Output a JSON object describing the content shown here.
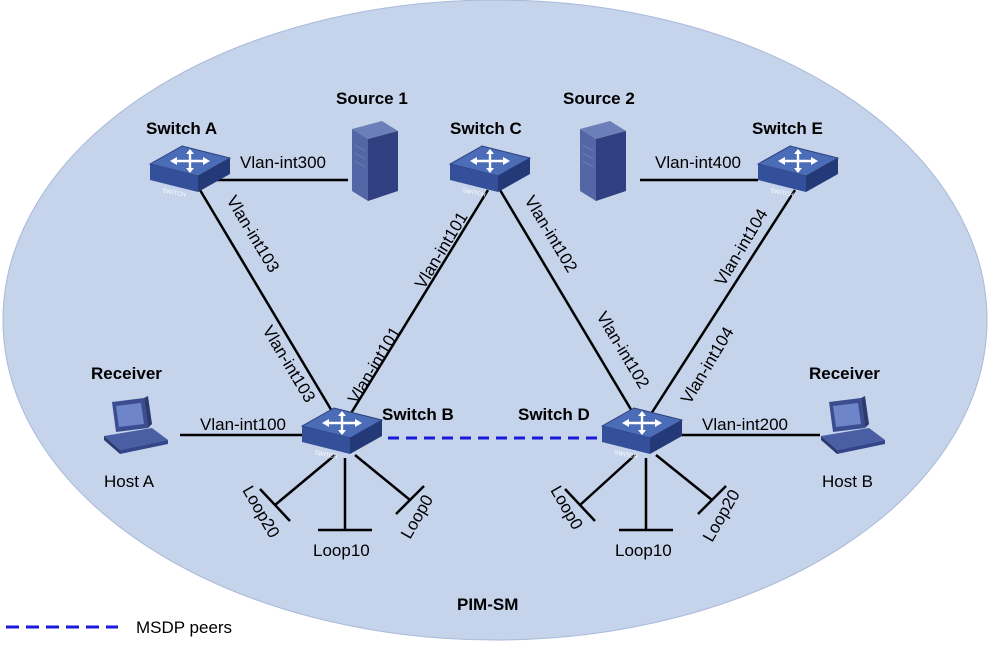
{
  "diagram": {
    "domain_label": "PIM-SM",
    "legend_label": "MSDP peers",
    "colors": {
      "ellipse": "#c5d3eb",
      "switch_top": "#4b6cb7",
      "switch_side": "#2c3f7a",
      "server": "#3b4d8f",
      "link": "#000000",
      "msdp": "#1a1adb"
    },
    "nodes": {
      "switch_a": "Switch A",
      "switch_b": "Switch B",
      "switch_c": "Switch C",
      "switch_d": "Switch D",
      "switch_e": "Switch E",
      "source_1": "Source 1",
      "source_2": "Source 2",
      "receiver_a": "Receiver",
      "receiver_b": "Receiver",
      "host_a": "Host A",
      "host_b": "Host B",
      "switch_badge": "SWITCH"
    },
    "interfaces": {
      "a_src1": "Vlan-int300",
      "a_b_top": "Vlan-int103",
      "a_b_bottom": "Vlan-int103",
      "c_b_top": "Vlan-int101",
      "c_b_bottom": "Vlan-int101",
      "c_d_top": "Vlan-int102",
      "c_d_bottom": "Vlan-int102",
      "e_d_top": "Vlan-int104",
      "e_d_bottom": "Vlan-int104",
      "e_src2": "Vlan-int400",
      "b_hosta": "Vlan-int100",
      "d_hostb": "Vlan-int200"
    },
    "loopbacks": {
      "b_loop20": "Loop20",
      "b_loop10": "Loop10",
      "b_loop0": "Loop0",
      "d_loop0": "Loop0",
      "d_loop10": "Loop10",
      "d_loop20": "Loop20"
    }
  }
}
